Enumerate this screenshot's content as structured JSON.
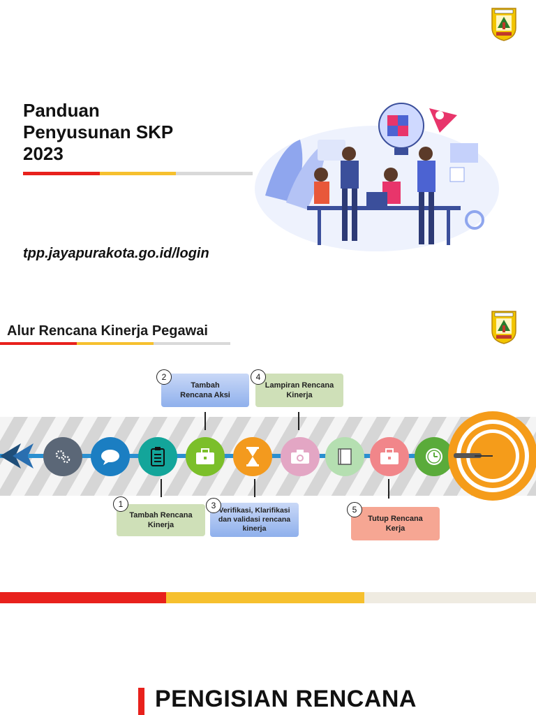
{
  "slide1": {
    "title_lines": [
      "Panduan",
      "Penyusunan SKP",
      "2023"
    ],
    "url": "tpp.jayapurakota.go.id/login"
  },
  "slide2": {
    "heading": "Alur Rencana Kinerja Pegawai",
    "steps": [
      {
        "number": "1",
        "label": "Tambah Rencana Kinerja"
      },
      {
        "number": "2",
        "label": "Tambah Rencana Aksi"
      },
      {
        "number": "3",
        "label": "Verifikasi, Klarifikasi dan validasi rencana kinerja"
      },
      {
        "number": "4",
        "label": "Lampiran Rencana Kinerja"
      },
      {
        "number": "5",
        "label": "Tutup Rencana Kerja"
      }
    ],
    "icons": [
      "gears-icon",
      "chat-bubble-icon",
      "clipboard-icon",
      "briefcase-icon",
      "hourglass-icon",
      "camera-icon",
      "book-icon",
      "briefcase-icon",
      "clock-icon"
    ]
  },
  "slide3": {
    "heading": "PENGISIAN RENCANA"
  },
  "colors": {
    "red": "#e8211c",
    "yellow": "#f6c02e",
    "grey": "#d9d9d9",
    "beige": "#efebe1",
    "orange": "#f59c1a"
  }
}
